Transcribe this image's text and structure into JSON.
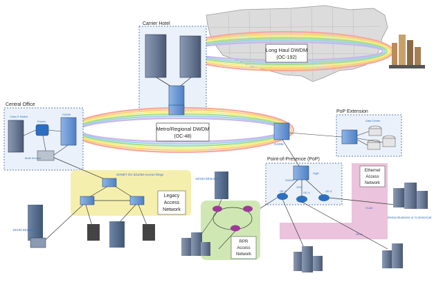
{
  "labels": {
    "carrier_hotel": "Carrier Hotel",
    "long_haul_title": "Long Haul DWDM",
    "long_haul_rate": "(OC-192)",
    "central_office": "Central Office",
    "metro_title": "Metro/Regional DWDM",
    "metro_rate": "(OC-48)",
    "pop_extension": "PoP Extension",
    "data_center": "Data Center",
    "pop": "Point-of-Presence (PoP)",
    "ethernet_access_1": "Ethernet",
    "ethernet_access_2": "Access",
    "ethernet_access_3": "Network",
    "legacy_access_1": "Legacy",
    "legacy_access_2": "Access",
    "legacy_access_3": "Network",
    "rpr_access_1": "RPR",
    "rpr_access_2": "Access",
    "rpr_access_3": "Network",
    "sonet_rings": "SONET OC-3/12/48 Access Rings",
    "gige_ethernet_left": "10/100 Ethernet",
    "gige_ethernet_mid": "10/100 Ethernet",
    "class5_switch": "Class 5 Switch",
    "router": "Router",
    "oadm": "OADM",
    "multi_service": "Multi-Service",
    "oadm_metro": "OADM",
    "oadm_pop": "OADM",
    "gige_1": "GigE",
    "gige_2": "10G",
    "ge_a": "GE-3",
    "ge_b": "GE-4",
    "ge_c": "GE-5",
    "ge_d": "GE-6",
    "vlan": "VLAN",
    "dense_business": "Dense Business or Commercial"
  },
  "colors": {
    "ring_colors": [
      "#f6a7a0",
      "#fbd27a",
      "#f2ef86",
      "#a9dd8f",
      "#9ed3ea",
      "#c8b6ea"
    ],
    "device_blue": "#5b8fb8",
    "device_dark": "#3e6b8c",
    "router_blue": "#2c6fc0",
    "router_purple": "#a0389b",
    "legacy_yellow": "#f5efad",
    "rpr_green": "#cfe8b3",
    "ethernet_pink": "#e8b8d6",
    "box_border": "#5f7da8",
    "box_fill": "#eaf1fa"
  }
}
